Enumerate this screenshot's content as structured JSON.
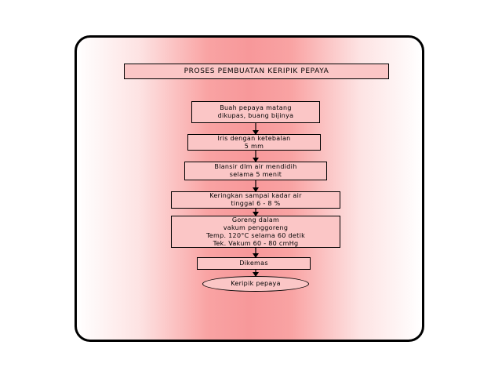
{
  "title": "PROSES PEMBUATAN KERIPIK PEPAYA",
  "steps": [
    {
      "lines": [
        "Buah pepaya matang",
        "dikupas, buang bijinya"
      ]
    },
    {
      "lines": [
        "Iris dengan ketebalan",
        "5 mm"
      ]
    },
    {
      "lines": [
        "Blansir dlm air mendidih",
        "selama 5 menit"
      ]
    },
    {
      "lines": [
        "Keringkan sampai kadar air",
        "tinggal 6 - 8 %"
      ]
    },
    {
      "lines": [
        "Goreng dalam",
        "vakum penggoreng",
        "Temp. 120°C selama 60 detik",
        "Tek. Vakum 60 - 80 cmHg"
      ]
    },
    {
      "lines": [
        "Dikemas"
      ]
    }
  ],
  "result": "Keripik pepaya"
}
